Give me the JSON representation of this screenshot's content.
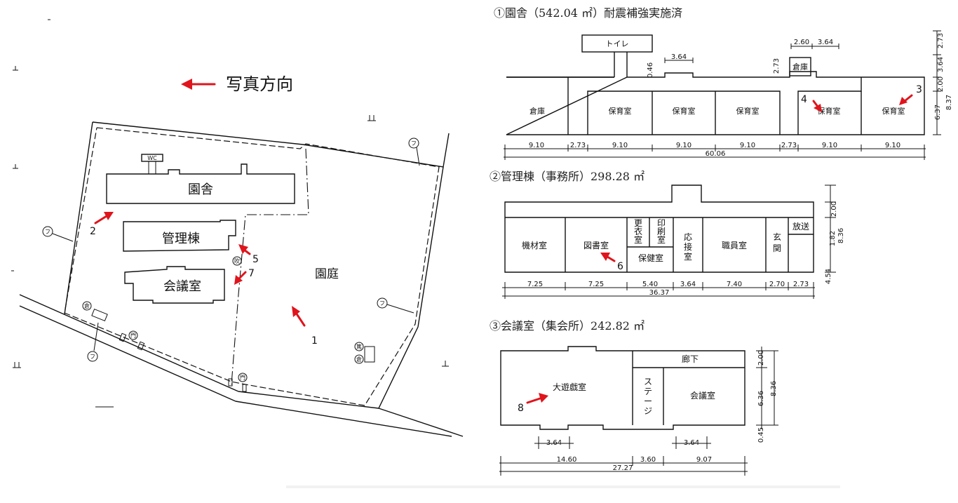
{
  "legend": {
    "label": "写真方向"
  },
  "site": {
    "building_en": "園舎",
    "building_kanri": "管理棟",
    "building_kaigi": "会議室",
    "garden": "園庭",
    "wc": "WC",
    "symbols": {
      "fu": "フ",
      "mon": "門",
      "fuki": "吹",
      "kura": "倉",
      "kyo": "篤"
    },
    "photos": [
      "1",
      "2",
      "5",
      "7"
    ]
  },
  "plan1": {
    "title": "①園舎（542.04 ㎡）耐震補強実施済",
    "rooms": {
      "toilet": "トイレ",
      "souko": "倉庫",
      "hoiku": "保育室",
      "small_souko": "倉庫"
    },
    "bottom_dims": [
      "9.10",
      "2.73",
      "9.10",
      "9.10",
      "9.10",
      "2.73",
      "9.10",
      "9.10"
    ],
    "total": "60.06",
    "top_dims": {
      "a": "3.64",
      "b": "2.60",
      "c": "3.64",
      "d": "0.46",
      "e": "2.73"
    },
    "right_dims": [
      "2.73",
      "3.64",
      "2.00",
      "8.37",
      "6.37"
    ],
    "photos": [
      "4",
      "3"
    ]
  },
  "plan2": {
    "title": "②管理棟（事務所）298.28 ㎡",
    "rooms": {
      "kizai": "機材室",
      "tosho": "図書室",
      "koui": [
        "更",
        "衣",
        "室"
      ],
      "insatsu": [
        "印",
        "刷",
        "室"
      ],
      "hoken": "保健室",
      "ousetsu": [
        "応",
        "接",
        "室"
      ],
      "shokuin": "職員室",
      "genkan": [
        "玄",
        "関"
      ],
      "housou": "放送"
    },
    "bottom_dims": [
      "7.25",
      "7.25",
      "5.40",
      "3.64",
      "7.40",
      "2.70",
      "2.73"
    ],
    "total": "36.37",
    "right_dims": [
      "2.00",
      "1.82",
      "8.36",
      "4.54"
    ],
    "photos": [
      "6"
    ]
  },
  "plan3": {
    "title": "③会議室（集会所）242.82 ㎡",
    "rooms": {
      "daiyugi": "大遊戯室",
      "rouka": "廊下",
      "stage": [
        "ス",
        "テ",
        "ー",
        "ジ"
      ],
      "kaigi": "会議室"
    },
    "small_dims": [
      "3.64",
      "3.64"
    ],
    "bottom_dims": [
      "14.60",
      "3.60",
      "9.07"
    ],
    "total": "27.27",
    "right_dims": [
      "2.00",
      "6.36",
      "8.36",
      "0.45"
    ],
    "photos": [
      "8"
    ]
  }
}
